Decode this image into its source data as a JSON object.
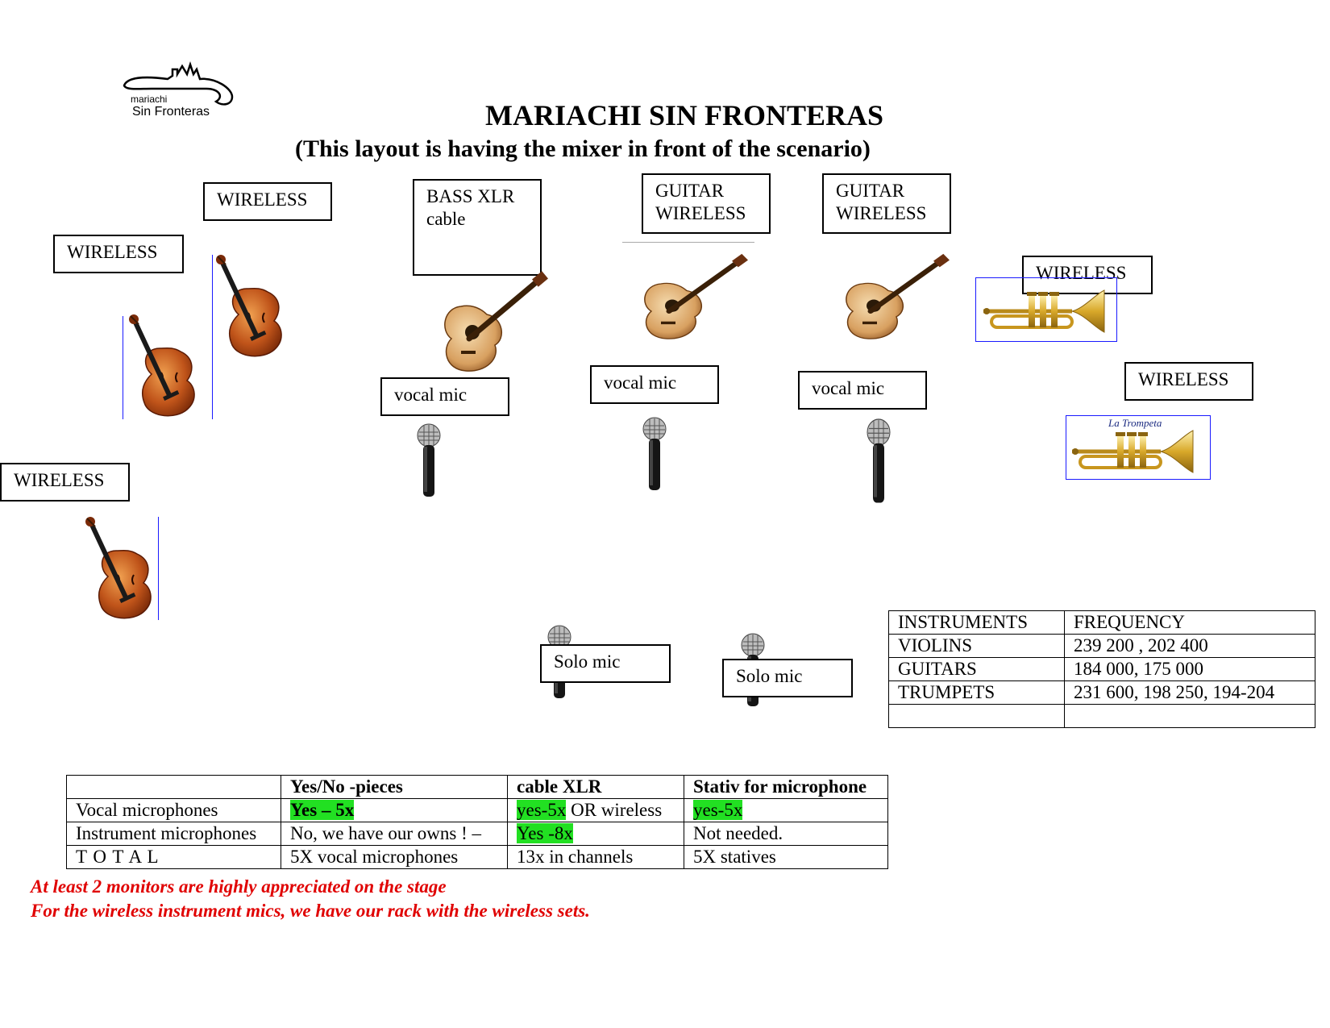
{
  "logo": {
    "line1": "mariachi",
    "line2": "Sin Fronteras"
  },
  "header": {
    "title": "MARIACHI SIN FRONTERAS",
    "subtitle": "(This layout is having the mixer in front of the scenario)"
  },
  "labels": {
    "wireless_violin_top": "WIRELESS",
    "wireless_violin_left": "WIRELESS",
    "wireless_violin_bottom": "WIRELESS",
    "bass_xlr": "BASS  XLR\ncable",
    "guitar_wireless_1": "GUITAR\nWIRELESS",
    "guitar_wireless_2": "GUITAR\nWIRELESS",
    "wireless_trumpet_1": "WIRELESS",
    "wireless_trumpet_2": "WIRELESS",
    "vocal_mic_1": "vocal mic",
    "vocal_mic_2": "vocal mic",
    "vocal_mic_3": "vocal mic",
    "solo_mic_1": "Solo mic",
    "solo_mic_2": "Solo mic"
  },
  "trumpet_caption": "La Trompeta",
  "frequency_table": {
    "headers": [
      "INSTRUMENTS",
      "FREQUENCY"
    ],
    "rows": [
      [
        "VIOLINS",
        "239 200 , 202 400"
      ],
      [
        "GUITARS",
        "184 000, 175 000"
      ],
      [
        "TRUMPETS",
        "231 600, 198 250, 194-204"
      ],
      [
        "",
        ""
      ]
    ]
  },
  "requirements_table": {
    "headers": [
      "",
      "Yes/No -pieces",
      "cable XLR",
      "Stativ for microphone"
    ],
    "vocal": {
      "label": "Vocal microphones",
      "pieces": "Yes – 5x",
      "cable_hl": "yes-5x",
      "cable_rest": " OR wireless",
      "stativ": "yes-5x"
    },
    "instrument": {
      "label": "Instrument microphones",
      "pieces": "No, we have our owns ! –",
      "cable": "Yes -8x",
      "stativ": "Not needed."
    },
    "total": {
      "label": "T O T A L",
      "pieces": "5X vocal microphones",
      "cable": "13x in channels",
      "stativ": "5X statives"
    }
  },
  "notes": [
    "At least 2 monitors are highly appreciated  on the stage",
    "For the wireless instrument mics, we have our rack  with the wireless sets."
  ],
  "colors": {
    "highlight": "#22e022",
    "note": "#e00000",
    "frame_blue": "#1a1aff"
  }
}
